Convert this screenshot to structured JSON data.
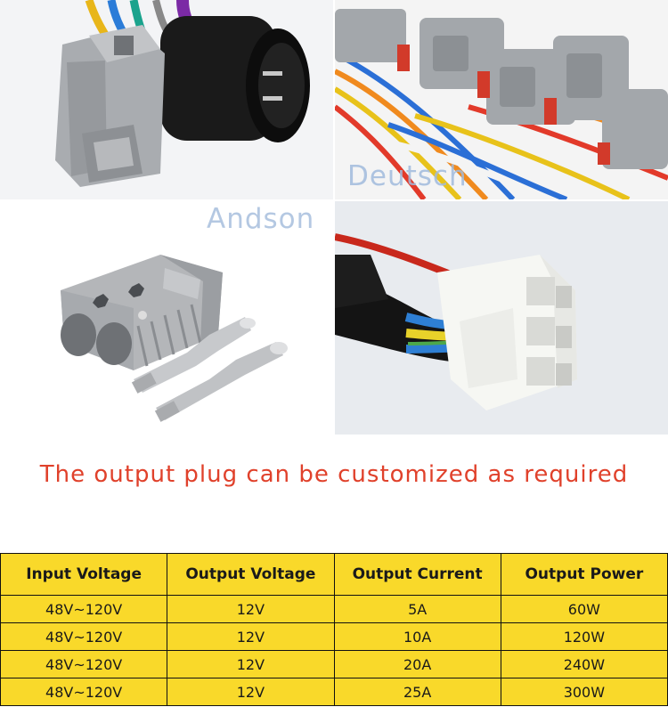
{
  "watermarks": {
    "deutsch": "Deutsch",
    "andson": "Andson"
  },
  "caption": "The output plug can be customized as required",
  "table": {
    "headers": [
      "Input Voltage",
      "Output Voltage",
      "Output Current",
      "Output Power"
    ],
    "rows": [
      [
        "48V~120V",
        "12V",
        "5A",
        "60W"
      ],
      [
        "48V~120V",
        "12V",
        "10A",
        "120W"
      ],
      [
        "48V~120V",
        "12V",
        "20A",
        "240W"
      ],
      [
        "48V~120V",
        "12V",
        "25A",
        "300W"
      ]
    ]
  },
  "colors": {
    "caption": "#e0412b",
    "table_fill": "#f9d92a",
    "watermark": "#b8cbe3"
  }
}
